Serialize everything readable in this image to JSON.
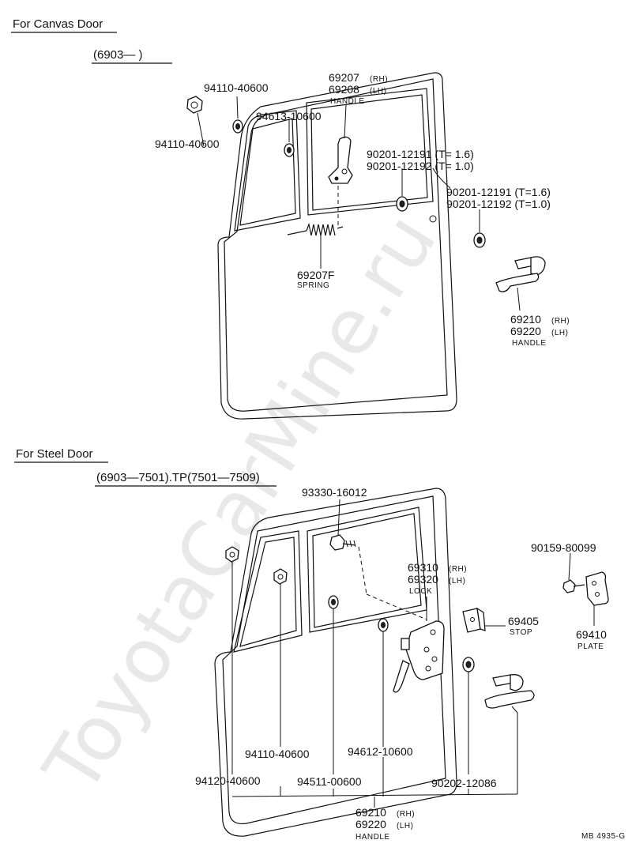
{
  "watermark": "ToyotaCarMine.ru",
  "canvas_section": {
    "title": "For Canvas Door",
    "range": "(6903—      )",
    "labels": {
      "nut_top": "94110-40600",
      "nut_left": "94110-40600",
      "grommet": "94613-10600",
      "handle_rh_num": "69207",
      "handle_rh_suffix": "(RH)",
      "handle_lh_num": "69208",
      "handle_lh_suffix": "(LH)",
      "handle_name": "HANDLE",
      "washer_a1": "90201-12191 (T= 1.6)",
      "washer_a2": "90201-12192 (T= 1.0)",
      "washer_b1": "90201-12191 (T=1.6)",
      "washer_b2": "90201-12192 (T=1.0)",
      "spring_num": "69207F",
      "spring_name": "SPRING",
      "outer_rh_num": "69210",
      "outer_rh_suffix": "(RH)",
      "outer_lh_num": "69220",
      "outer_lh_suffix": "(LH)",
      "outer_name": "HANDLE"
    }
  },
  "steel_section": {
    "title": "For Steel Door",
    "range": "(6903—7501).TP(7501—7509)",
    "labels": {
      "bolt": "93330-16012",
      "lock_rh_num": "69310",
      "lock_rh_suffix": "(RH)",
      "lock_lh_num": "69320",
      "lock_lh_suffix": "(LH)",
      "lock_name": "LOCK",
      "screw": "90159-80099",
      "stop_num": "69405",
      "stop_name": "STOP",
      "plate_num": "69410",
      "plate_name": "PLATE",
      "nut_a": "94110-40600",
      "grommet": "94612-10600",
      "nut_b": "94120-40600",
      "nut_c": "94511-00600",
      "washer": "90202-12086",
      "handle_rh_num": "69210",
      "handle_rh_suffix": "(RH)",
      "handle_lh_num": "69220",
      "handle_lh_suffix": "(LH)",
      "handle_name": "HANDLE"
    }
  },
  "footer_code": "MB 4935-G"
}
